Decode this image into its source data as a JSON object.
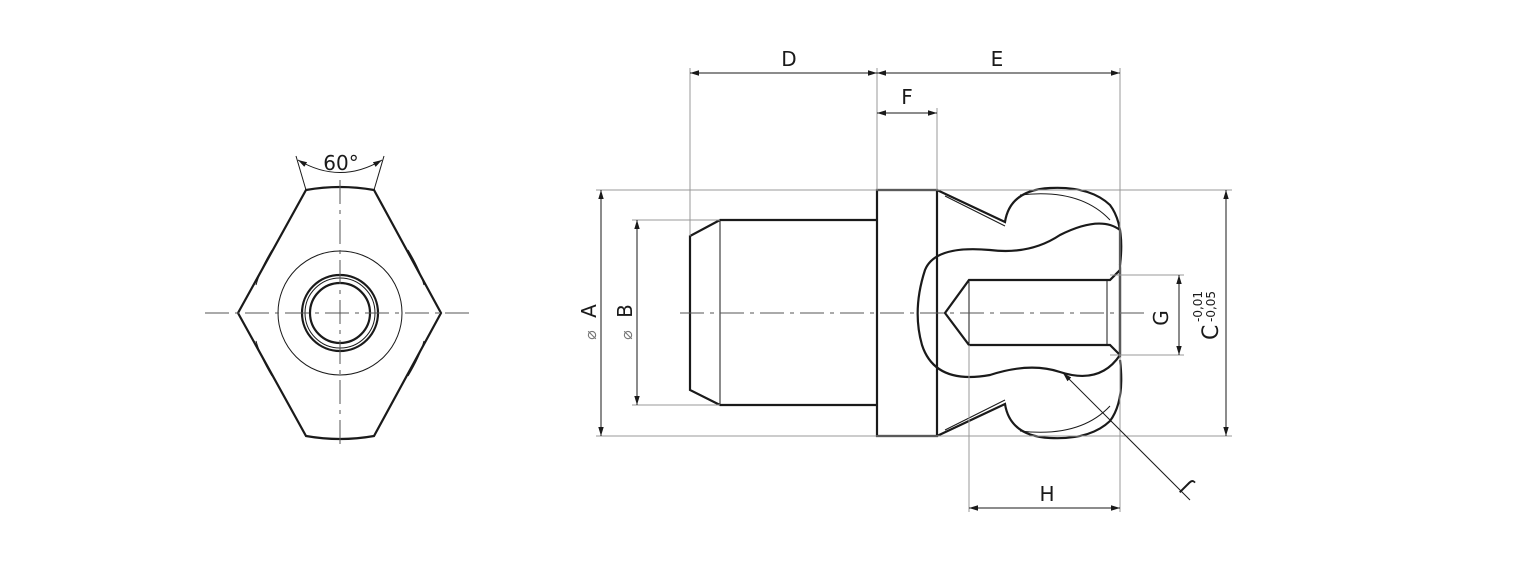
{
  "drawing": {
    "front_view": {
      "angle_label": "60°"
    },
    "side_view": {
      "dimensions": {
        "A": {
          "symbol": "⌀",
          "label": "A"
        },
        "B": {
          "symbol": "⌀",
          "label": "B"
        },
        "C": {
          "label": "C",
          "tol_upper": "-0,01",
          "tol_lower": "-0,05"
        },
        "D": {
          "label": "D"
        },
        "E": {
          "label": "E"
        },
        "F": {
          "label": "F"
        },
        "G": {
          "label": "G"
        },
        "H": {
          "label": "H"
        },
        "J": {
          "label": "J"
        }
      }
    }
  }
}
